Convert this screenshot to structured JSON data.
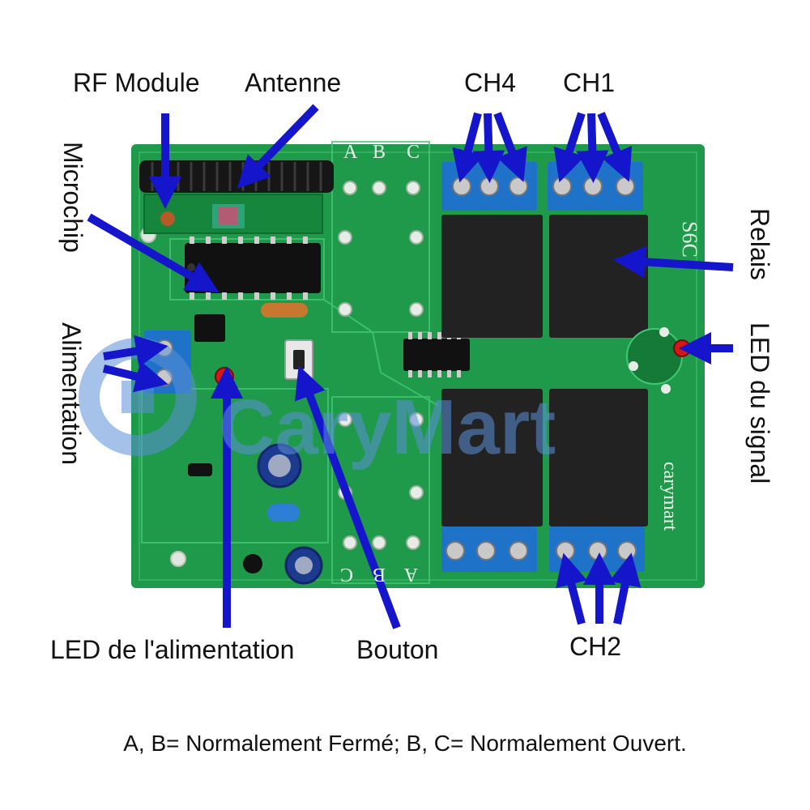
{
  "labels": {
    "rf_module": "RF Module",
    "antenne": "Antenne",
    "ch4": "CH4",
    "ch1": "CH1",
    "ch2": "CH2",
    "microchip": "Microchip",
    "alimentation": "Alimentation",
    "relais": "Relais",
    "led_signal": "LED du signal",
    "led_alimentation": "LED de l'alimentation",
    "bouton": "Bouton"
  },
  "board": {
    "relay_marks": [
      "S6C"
    ],
    "terminal_letters_top": [
      "A",
      "B",
      "C"
    ],
    "terminal_letters_bottom": [
      "C",
      "B",
      "A"
    ],
    "watermark": "CaryMart",
    "silkscreen": "carymart"
  },
  "caption": "A, B= Normalement Fermé; B, C= Normalement Ouvert.",
  "colors": {
    "pcb": "#1f9a4a",
    "pcb_dark": "#157a38",
    "arrow": "#1515cc",
    "relay": "#222222",
    "terminal": "#1e73c8",
    "watermark": "#5b8fd8"
  }
}
